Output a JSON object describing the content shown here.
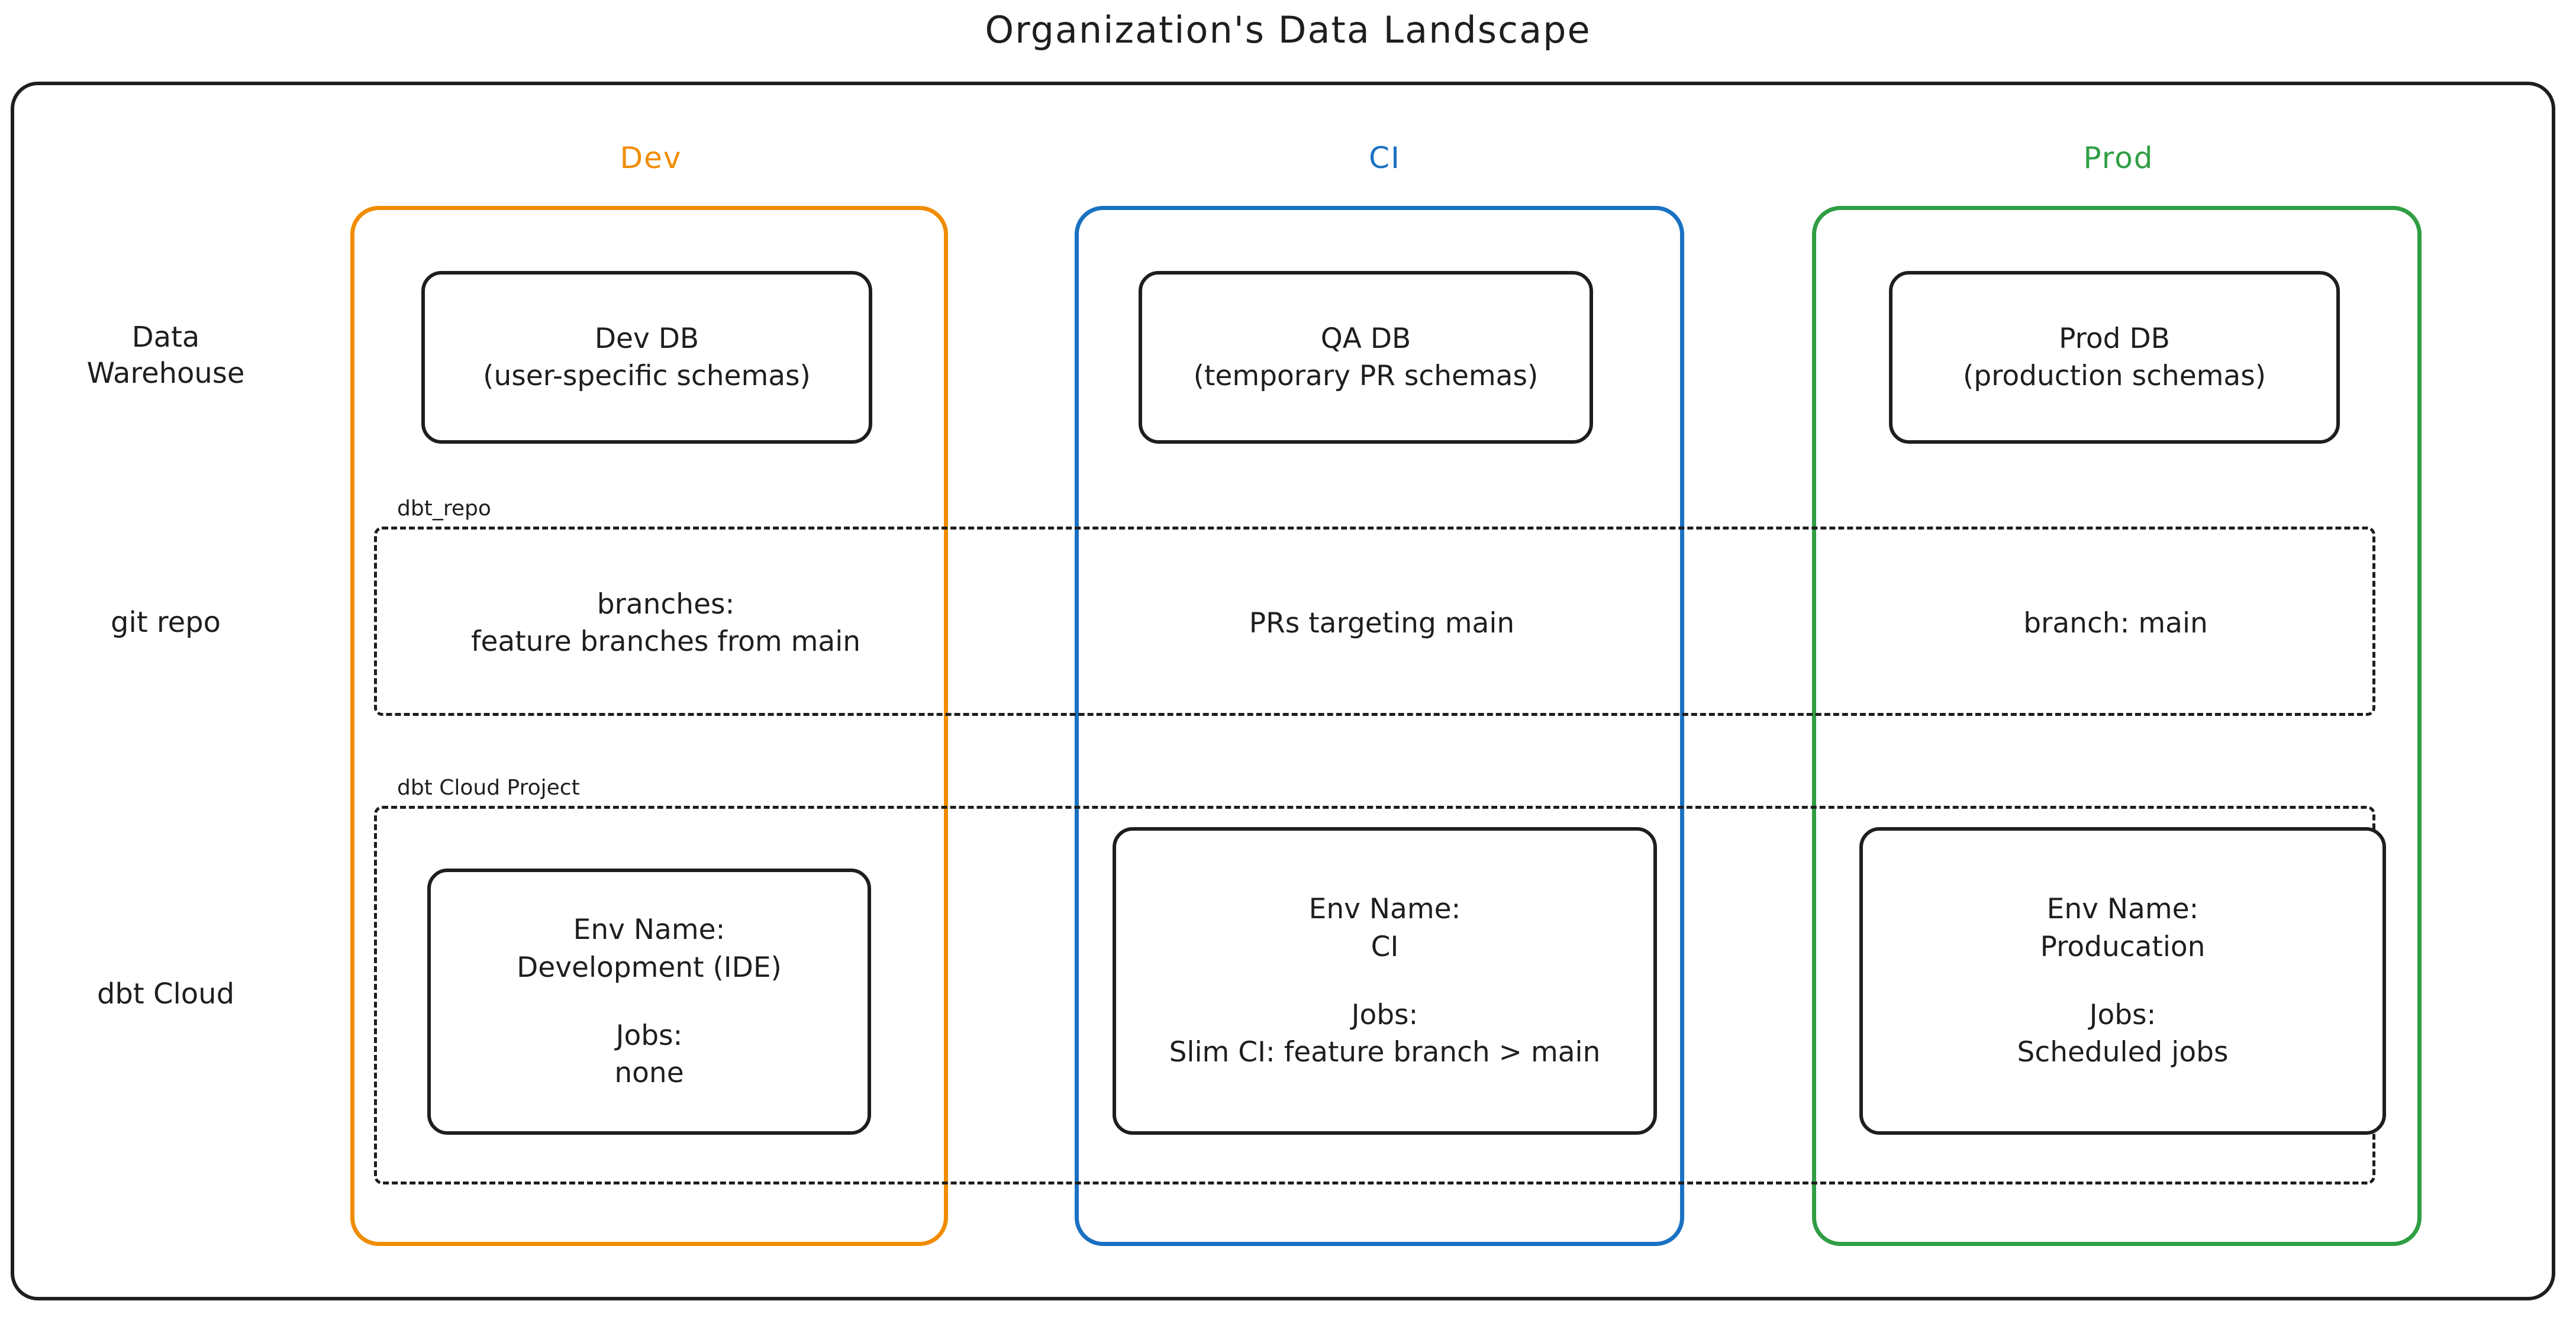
{
  "diagram": {
    "title": "Organization's Data Landscape",
    "colors": {
      "dev": "#f08c00",
      "ci": "#1971c2",
      "prod": "#2f9e44",
      "outline": "#1e1e1e",
      "background": "#ffffff"
    }
  },
  "columns": [
    {
      "key": "dev",
      "label": "Dev",
      "color": "#f08c00"
    },
    {
      "key": "ci",
      "label": "CI",
      "color": "#1971c2"
    },
    {
      "key": "prod",
      "label": "Prod",
      "color": "#2f9e44"
    }
  ],
  "rows": [
    {
      "key": "data_warehouse",
      "label_line1": "Data",
      "label_line2": "Warehouse"
    },
    {
      "key": "git_repo",
      "label_line1": "git repo",
      "label_line2": ""
    },
    {
      "key": "dbt_cloud",
      "label_line1": "dbt Cloud",
      "label_line2": ""
    }
  ],
  "groups": [
    {
      "key": "dbt_repo",
      "label": "dbt_repo"
    },
    {
      "key": "dbt_cloud_proj",
      "label": "dbt Cloud Project"
    }
  ],
  "data_warehouse": {
    "dev": {
      "title": "Dev DB",
      "detail": "(user-specific schemas)"
    },
    "ci": {
      "title": "QA DB",
      "detail": "(temporary PR schemas)"
    },
    "prod": {
      "title": "Prod DB",
      "detail": "(production schemas)"
    }
  },
  "git_repo": {
    "dev": {
      "line1": "branches:",
      "line2": "feature branches from main"
    },
    "ci": {
      "line1": "PRs targeting main",
      "line2": ""
    },
    "prod": {
      "line1": "branch: main",
      "line2": ""
    }
  },
  "dbt_cloud": {
    "dev": {
      "env_label": "Env Name:",
      "env_value": "Development (IDE)",
      "jobs_label": "Jobs:",
      "jobs_value": "none"
    },
    "ci": {
      "env_label": "Env Name:",
      "env_value": "CI",
      "jobs_label": "Jobs:",
      "jobs_value": "Slim CI: feature branch > main"
    },
    "prod": {
      "env_label": "Env Name:",
      "env_value": "Producation",
      "jobs_label": "Jobs:",
      "jobs_value": "Scheduled jobs"
    }
  }
}
